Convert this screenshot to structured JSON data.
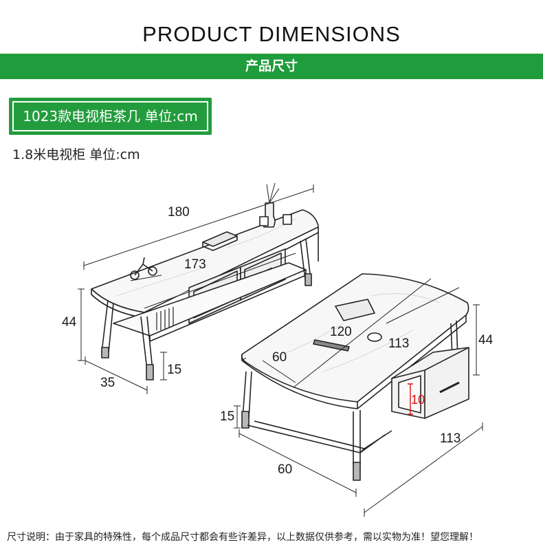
{
  "header": {
    "title": "PRODUCT DIMENSIONS",
    "banner": "产品尺寸"
  },
  "model_badge": "1023款电视柜茶几 单位:cm",
  "subtitle": "1.8米电视柜 单位:cm",
  "tv_cabinet": {
    "length": "180",
    "inner_length": "173",
    "height": "44",
    "depth": "35",
    "leg_clearance": "15"
  },
  "coffee_table": {
    "diagonal": "120",
    "length_top": "113",
    "length_bottom": "113",
    "width_top": "60",
    "width_bottom": "60",
    "height": "44",
    "leg_clearance": "15",
    "drawer_height": "10"
  },
  "colors": {
    "banner": "#1f9c3c",
    "badge": "#239c3e",
    "highlight": "#e01010"
  },
  "footnote": "尺寸说明：由于家具的特殊性，每个成品尺寸都会有些许差异，以上数据仅供参考，需以实物为准！望您理解！"
}
